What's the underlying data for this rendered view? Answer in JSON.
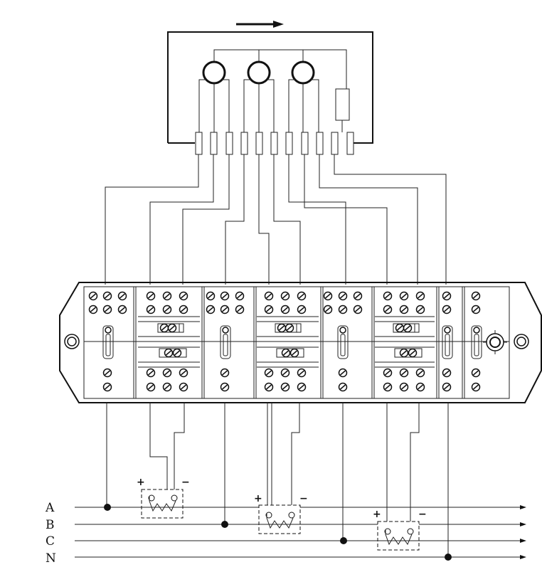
{
  "phase_labels": {
    "a": "A",
    "b": "B",
    "c": "C",
    "n": "N"
  },
  "polarity": {
    "plus": "+",
    "minus": "−"
  },
  "colors": {
    "line": "#222222",
    "background": "#ffffff"
  }
}
